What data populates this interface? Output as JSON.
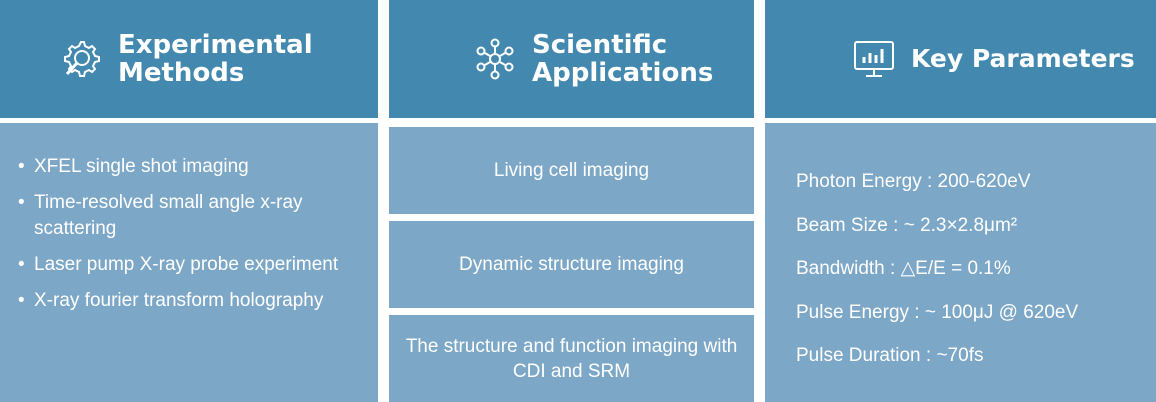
{
  "columns": {
    "methods": {
      "title_line1": "Experimental",
      "title_line2": "Methods",
      "icon": "gear-search-icon",
      "items": [
        "XFEL single shot imaging",
        "Time-resolved small angle x-ray scattering",
        "Laser pump X-ray probe experiment",
        "X-ray fourier transform holography"
      ]
    },
    "applications": {
      "title_line1": "Scientific",
      "title_line2": "Applications",
      "icon": "molecule-icon",
      "items": [
        "Living cell imaging",
        "Dynamic structure imaging",
        "The structure and function imaging with CDI and SRM"
      ]
    },
    "parameters": {
      "title": "Key Parameters",
      "icon": "monitor-chart-icon",
      "items": [
        "Photon Energy : 200-620eV",
        "Beam Size : ~ 2.3×2.8μm²",
        "Bandwidth : △E/E = 0.1%",
        "Pulse  Energy : ~ 100μJ @ 620eV",
        "Pulse Duration : ~70fs"
      ]
    }
  },
  "colors": {
    "header": "#4388ae",
    "body": "#7ca7c6",
    "text": "#ffffff"
  }
}
